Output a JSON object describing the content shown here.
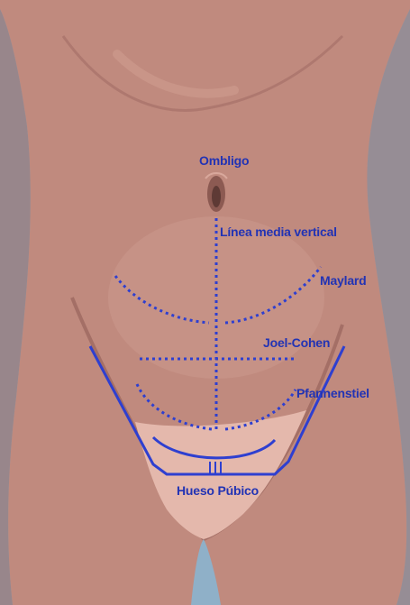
{
  "diagram": {
    "labels": {
      "navel": "Ombligo",
      "vertical_midline": "Línea media vertical",
      "maylard": "Maylard",
      "joel_cohen": "Joel-Cohen",
      "pfannenstiel": "Pfannenstiel",
      "pubic_bone": "Hueso Púbico"
    }
  },
  "colors": {
    "background": "#8FB0C8",
    "skin": "#C08A7E",
    "skin_shadow": "#9E6A62",
    "skin_highlight": "#D9A89C",
    "pubic_area": "#E4B8AC",
    "incision_line": "#2E3FD0",
    "label_text": "#2233B4"
  }
}
